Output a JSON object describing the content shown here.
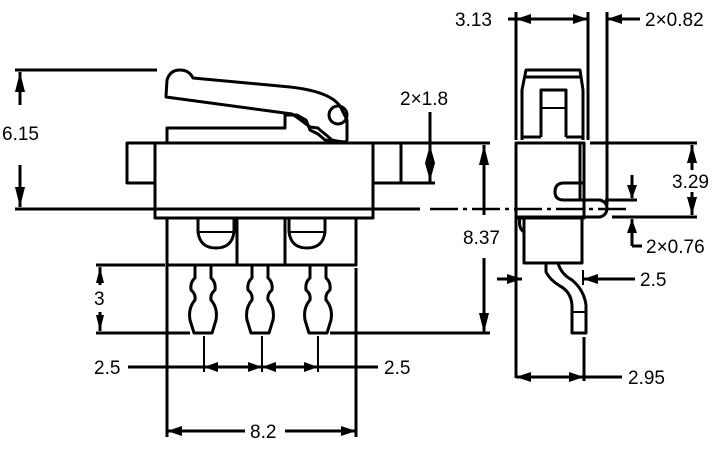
{
  "drawing": {
    "front_view": {
      "overall_height": "6.15",
      "mount_hole_height": "2×1.8",
      "total_height": "8.37",
      "pin_length": "3",
      "pin_pitch_left": "2.5",
      "pin_pitch_right": "2.5",
      "body_width": "8.2"
    },
    "side_view": {
      "body_depth": "3.13",
      "hole_offset": "2×0.82",
      "actuator_height": "3.29",
      "slot_height": "2×0.76",
      "pin_offset": "2.5",
      "pin_depth": "2.95"
    }
  },
  "colors": {
    "line": "#000000",
    "background": "#ffffff"
  }
}
